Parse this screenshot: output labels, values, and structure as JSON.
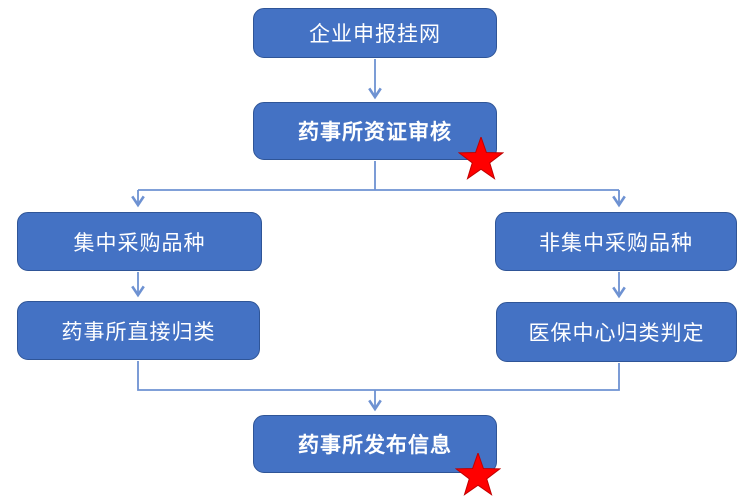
{
  "diagram": {
    "type": "flowchart",
    "nodes": [
      {
        "id": "apply",
        "label": "企业申报挂网",
        "emphasis": false,
        "star": false
      },
      {
        "id": "review",
        "label": "药事所资证审核",
        "emphasis": true,
        "star": true
      },
      {
        "id": "central",
        "label": "集中采购品种",
        "emphasis": false,
        "star": false
      },
      {
        "id": "noncentral",
        "label": "非集中采购品种",
        "emphasis": false,
        "star": false
      },
      {
        "id": "direct",
        "label": "药事所直接归类",
        "emphasis": false,
        "star": false
      },
      {
        "id": "judge",
        "label": "医保中心归类判定",
        "emphasis": false,
        "star": false
      },
      {
        "id": "publish",
        "label": "药事所发布信息",
        "emphasis": true,
        "star": true
      }
    ],
    "edges": [
      {
        "from": "apply",
        "to": "review"
      },
      {
        "from": "review",
        "to": "central"
      },
      {
        "from": "review",
        "to": "noncentral"
      },
      {
        "from": "central",
        "to": "direct"
      },
      {
        "from": "noncentral",
        "to": "judge"
      },
      {
        "from": "direct",
        "to": "publish"
      },
      {
        "from": "judge",
        "to": "publish"
      }
    ],
    "colors": {
      "node_fill": "#4472C4",
      "node_border": "#2F5597",
      "connector": "#6E92D2",
      "star_fill": "#FF0000",
      "star_edge": "#C00000",
      "text": "#FFFFFF",
      "background": "#FFFFFF"
    }
  }
}
